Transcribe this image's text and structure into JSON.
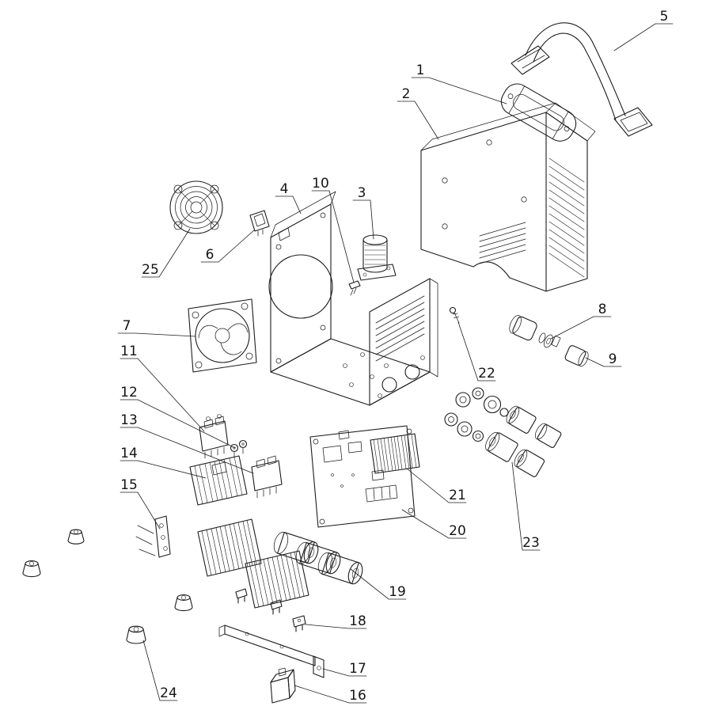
{
  "figure": {
    "background": "#ffffff",
    "stroke": "#1c1c1c",
    "kind": "exploded-parts-diagram"
  },
  "callouts": [
    "1",
    "2",
    "3",
    "4",
    "5",
    "6",
    "7",
    "8",
    "9",
    "10",
    "11",
    "12",
    "13",
    "14",
    "15",
    "16",
    "17",
    "18",
    "19",
    "20",
    "21",
    "22",
    "23",
    "24",
    "25"
  ]
}
